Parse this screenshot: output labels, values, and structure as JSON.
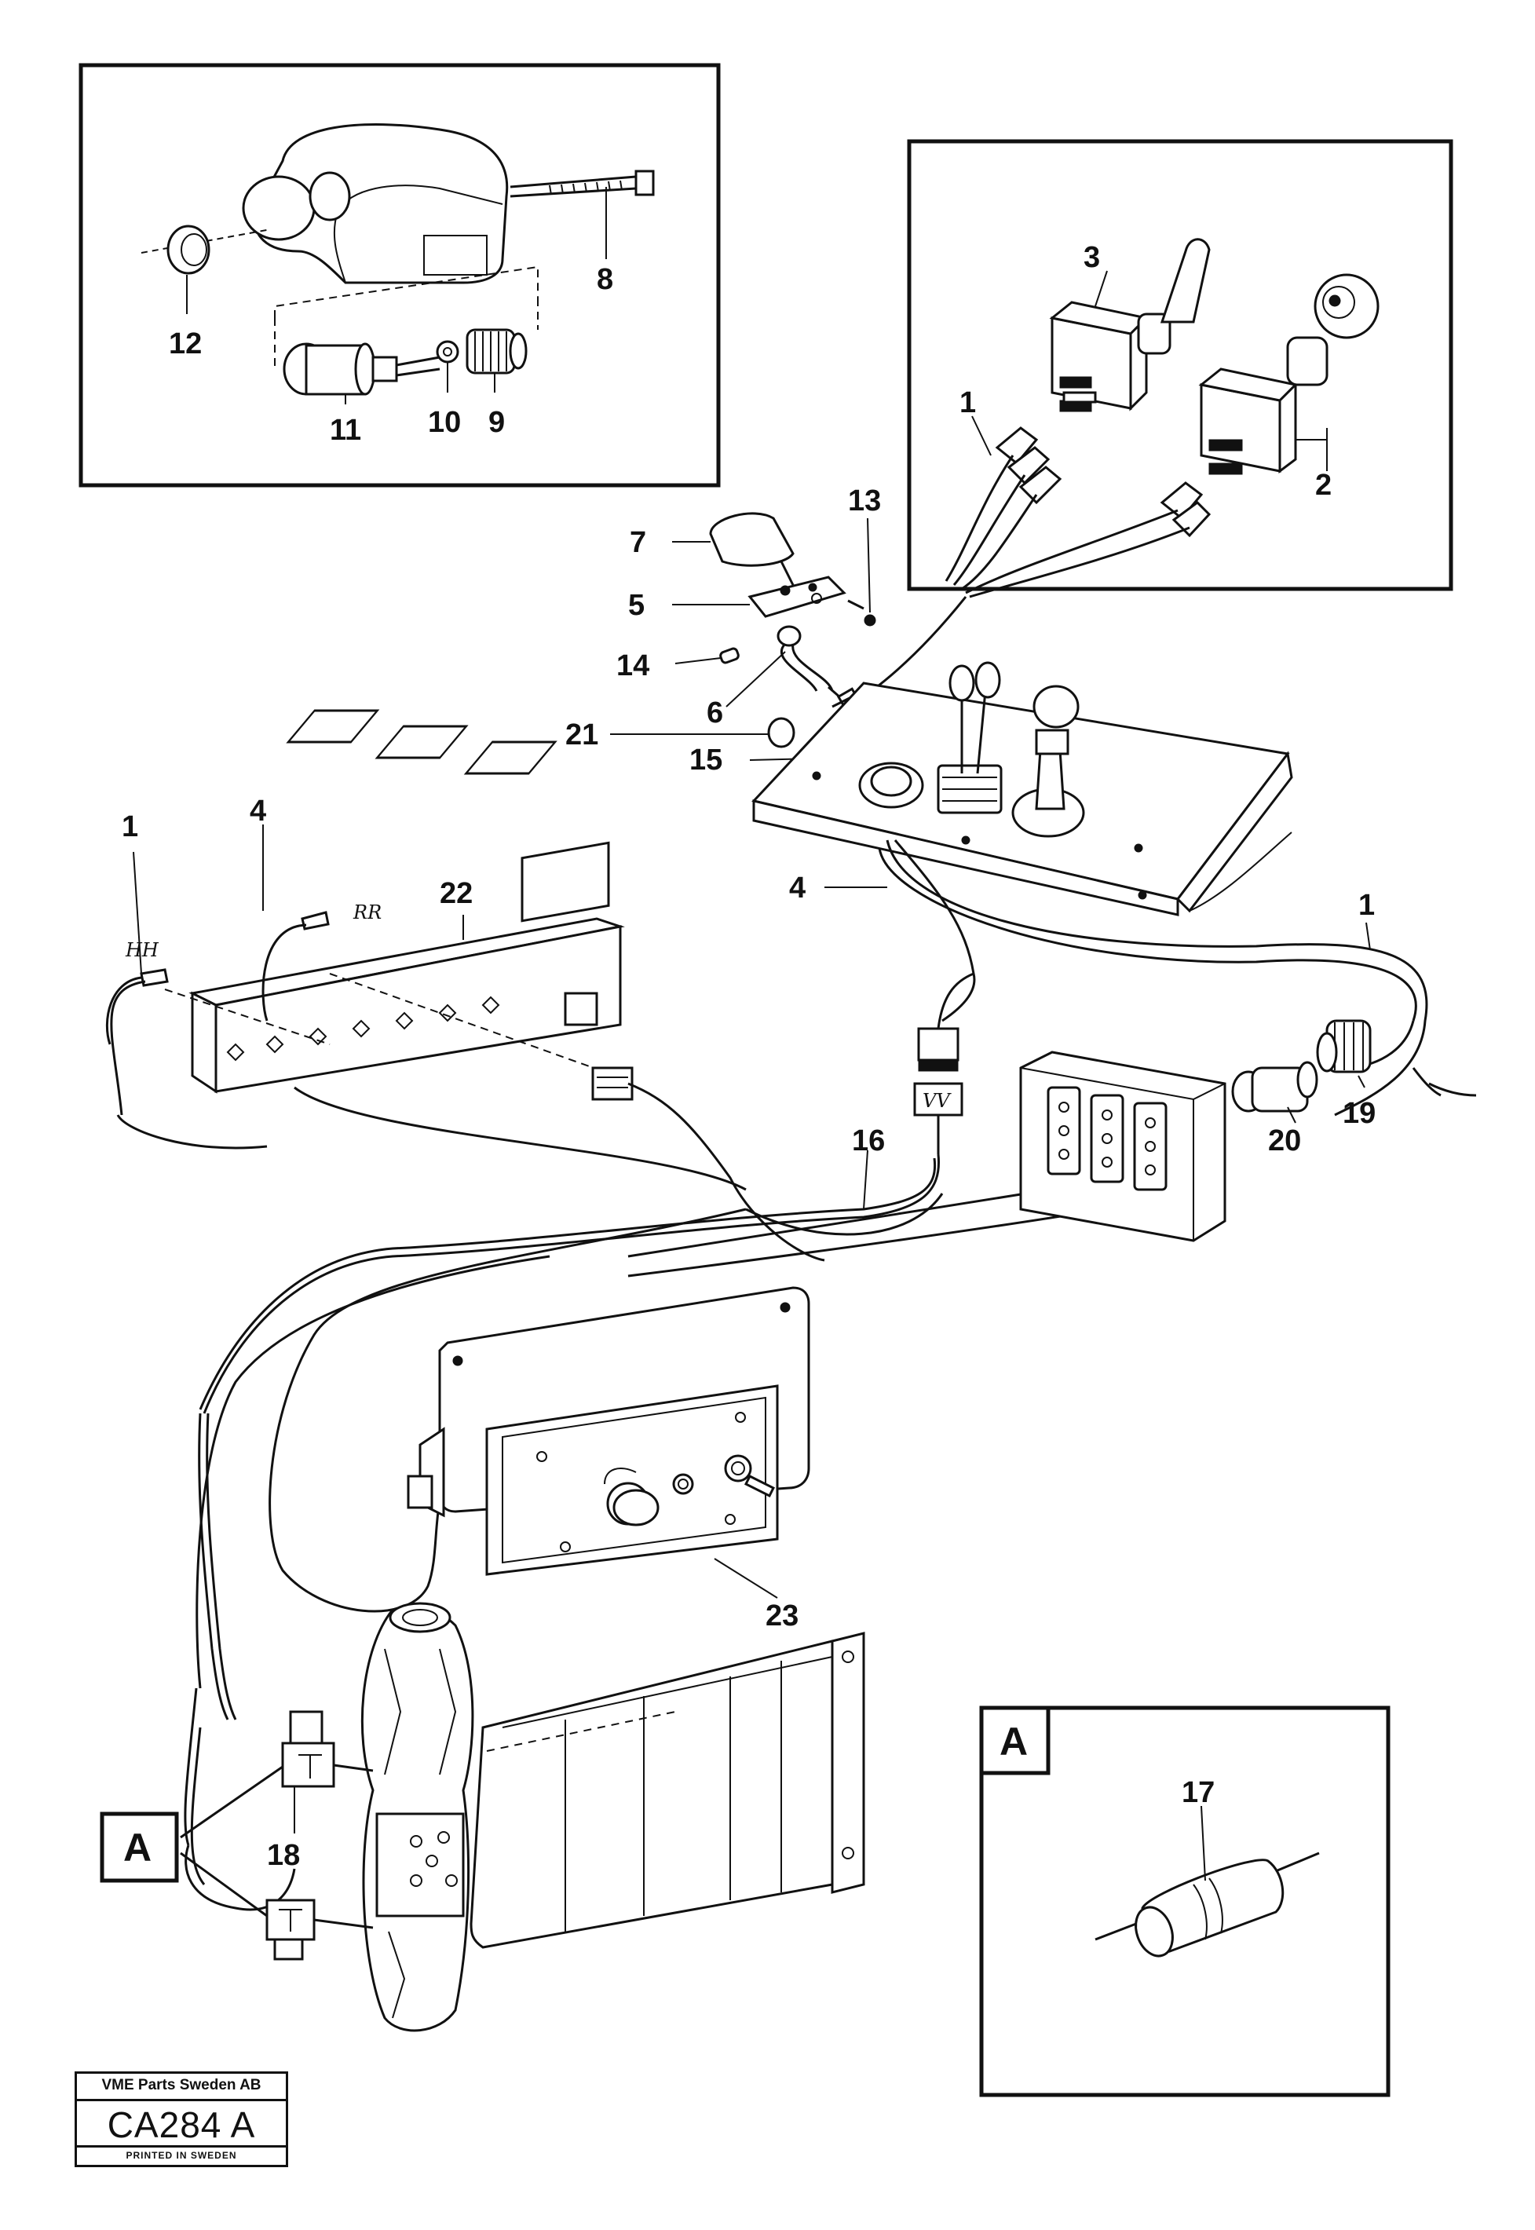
{
  "callouts": {
    "n1_top": "1",
    "n2": "2",
    "n3": "3",
    "n4_mid": "4",
    "n5": "5",
    "n6": "6",
    "n7": "7",
    "n8": "8",
    "n9": "9",
    "n10": "10",
    "n11": "11",
    "n12": "12",
    "n13": "13",
    "n14": "14",
    "n15": "15",
    "n16": "16",
    "n17": "17",
    "n18": "18",
    "n19": "19",
    "n20": "20",
    "n21": "21",
    "n22": "22",
    "n23": "23",
    "n1_left": "1",
    "n4_left": "4",
    "n1_right": "1"
  },
  "view_letters": {
    "detail_a": "A",
    "ref_a": "A"
  },
  "wire_marks": {
    "hh": "HH",
    "rr": "RR",
    "vv": "VV"
  },
  "title_block": {
    "company": "VME Parts Sweden AB",
    "code": "CA284 A",
    "printed": "PRINTED IN SWEDEN"
  }
}
